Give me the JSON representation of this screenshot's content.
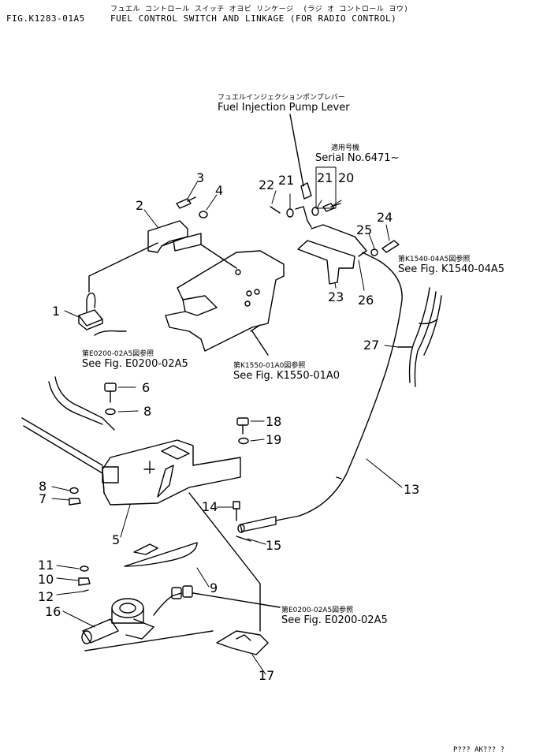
{
  "header": {
    "figure_id": "FIG.K1283-01A5",
    "title_jp": "フュエル コントロール スイッチ オヨビ リンケージ  (ラジ オ コントロール ヨウ)",
    "title_en": "FUEL CONTROL SWITCH AND LINKAGE (FOR RADIO CONTROL)"
  },
  "callouts": {
    "pump_lever": {
      "jp": "フュエルインジェクションポンプレバー",
      "en": "Fuel Injection Pump Lever"
    },
    "serial": {
      "jp": "適用号機",
      "en": "Serial No.6471~"
    },
    "fig_k1540": {
      "jp": "第K1540-04A5図参照",
      "en": "See Fig. K1540-04A5"
    },
    "fig_k1550": {
      "jp": "第K1550-01A0図参照",
      "en": "See Fig. K1550-01A0"
    },
    "fig_e0200_a": {
      "jp": "第E0200-02A5図参照",
      "en": "See Fig. E0200-02A5"
    },
    "fig_e0200_b": {
      "jp": "第E0200-02A5図参照",
      "en": "See Fig. E0200-02A5"
    }
  },
  "part_numbers": {
    "p1": "1",
    "p2": "2",
    "p3": "3",
    "p4": "4",
    "p5": "5",
    "p6": "6",
    "p7": "7",
    "p8a": "8",
    "p8b": "8",
    "p9": "9",
    "p10": "10",
    "p11": "11",
    "p12": "12",
    "p13": "13",
    "p14": "14",
    "p15": "15",
    "p16": "16",
    "p17": "17",
    "p18": "18",
    "p19": "19",
    "p20": "20",
    "p21a": "21",
    "p21b": "21",
    "p22": "22",
    "p23": "23",
    "p24": "24",
    "p25": "25",
    "p26": "26",
    "p27": "27"
  },
  "footer": {
    "text": "P??? AK??? ?"
  }
}
